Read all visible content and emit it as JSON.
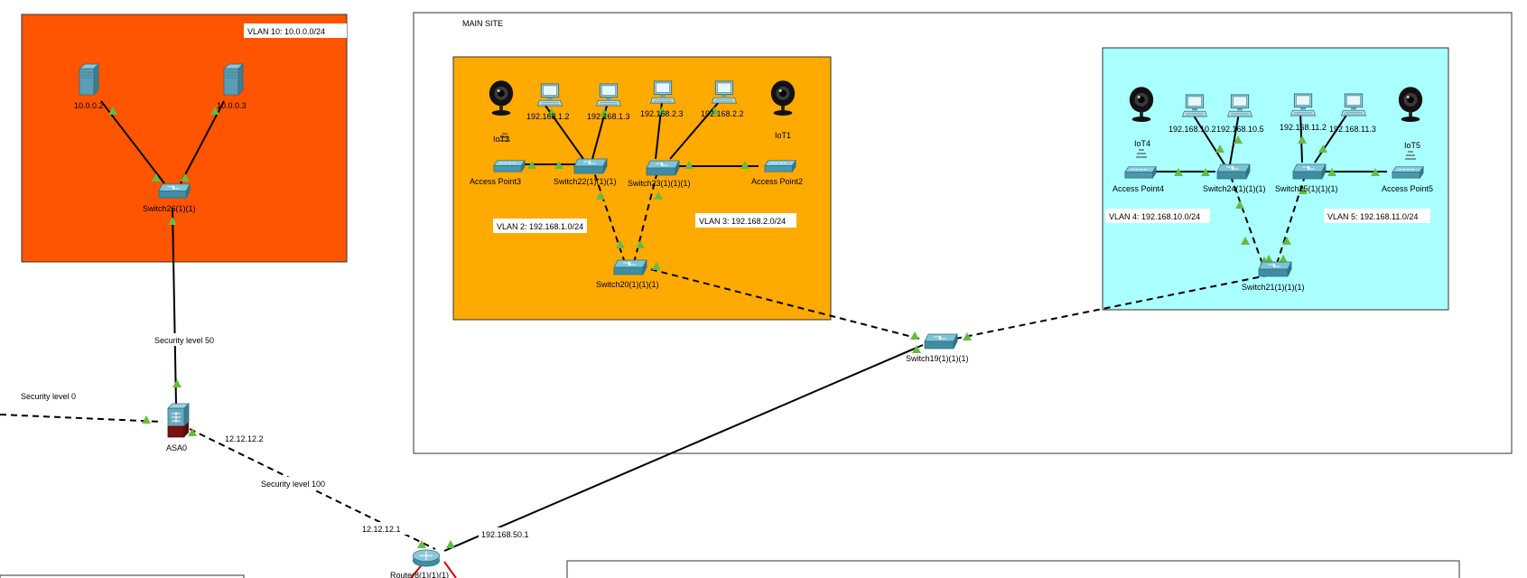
{
  "zones": {
    "vlan10": {
      "label": "VLAN 10: 10.0.0.0/24",
      "color": "#ff5500"
    },
    "main_site": {
      "label": "MAIN SITE"
    },
    "vlan2": {
      "label": "VLAN 2: 192.168.1.0/24",
      "color": "#ffaa00"
    },
    "vlan3": {
      "label": "VLAN 3: 192.168.2.0/24"
    },
    "vlan4": {
      "label": "VLAN 4: 192.168.10.0/24",
      "color": "#aaffff"
    },
    "vlan5": {
      "label": "VLAN 5: 192.168.11.0/24"
    }
  },
  "devices": {
    "server_a": {
      "label": "10.0.0.2",
      "icon": "server-icon"
    },
    "server_b": {
      "label": "10.0.0.3",
      "icon": "server-icon"
    },
    "switch26": {
      "label": "Switch26(1)(1)",
      "icon": "switch-icon"
    },
    "asa0": {
      "label": "ASA0",
      "icon": "firewall-icon"
    },
    "router": {
      "label": "Router8(1)(1)(1)",
      "icon": "router-icon"
    },
    "switch19": {
      "label": "Switch19(1)(1)(1)",
      "icon": "switch-icon"
    },
    "switch20": {
      "label": "Switch20(1)(1)(1)",
      "icon": "switch-icon"
    },
    "switch22": {
      "label": "Switch22(1)(1)(1)",
      "icon": "switch-icon"
    },
    "switch23": {
      "label": "Switch23(1)(1)(1)",
      "icon": "switch-icon"
    },
    "ap3": {
      "label": "Access Point3",
      "icon": "access-point-icon"
    },
    "ap2": {
      "label": "Access Point2",
      "icon": "access-point-icon"
    },
    "iot3": {
      "label": "IoT3",
      "icon": "camera-icon"
    },
    "iot1": {
      "label": "IoT1",
      "icon": "camera-icon"
    },
    "pc_1_2": {
      "label": "192.168.1.2",
      "icon": "pc-icon"
    },
    "pc_1_3": {
      "label": "192.168.1.3",
      "icon": "pc-icon"
    },
    "pc_2_3": {
      "label": "192.168.2.3",
      "icon": "pc-icon"
    },
    "pc_2_2": {
      "label": "192.168.2.2",
      "icon": "pc-icon"
    },
    "switch21": {
      "label": "Switch21(1)(1)(1)",
      "icon": "switch-icon"
    },
    "switch24": {
      "label": "Switch24(1)(1)(1)",
      "icon": "switch-icon"
    },
    "switch25": {
      "label": "Switch25(1)(1)(1)",
      "icon": "switch-icon"
    },
    "ap4": {
      "label": "Access Point4",
      "icon": "access-point-icon"
    },
    "ap5": {
      "label": "Access Point5",
      "icon": "access-point-icon"
    },
    "iot4": {
      "label": "IoT4",
      "icon": "camera-icon"
    },
    "iot5": {
      "label": "IoT5",
      "icon": "camera-icon"
    },
    "pc_10_2": {
      "label": "192.168.10.2",
      "icon": "pc-icon"
    },
    "pc_10_5": {
      "label": "192.168.10.5",
      "icon": "pc-icon"
    },
    "pc_11_2": {
      "label": "192.168.11.2",
      "icon": "pc-icon"
    },
    "pc_11_3": {
      "label": "192.168.11.3",
      "icon": "pc-icon"
    }
  },
  "link_labels": {
    "sec50": "Security level 50",
    "sec0": "Security level 0",
    "sec100": "Security level 100",
    "ip_12_2": "12.12.12.2",
    "ip_12_1": "12.12.12.1",
    "ip_50_1": "192.168.50.1"
  },
  "colors": {
    "link_port": "#66bb44",
    "link_port_dark": "#1a7a1a",
    "cable": "#000000",
    "router_link": "#dd0000",
    "device_blue": "#4a90a8"
  }
}
